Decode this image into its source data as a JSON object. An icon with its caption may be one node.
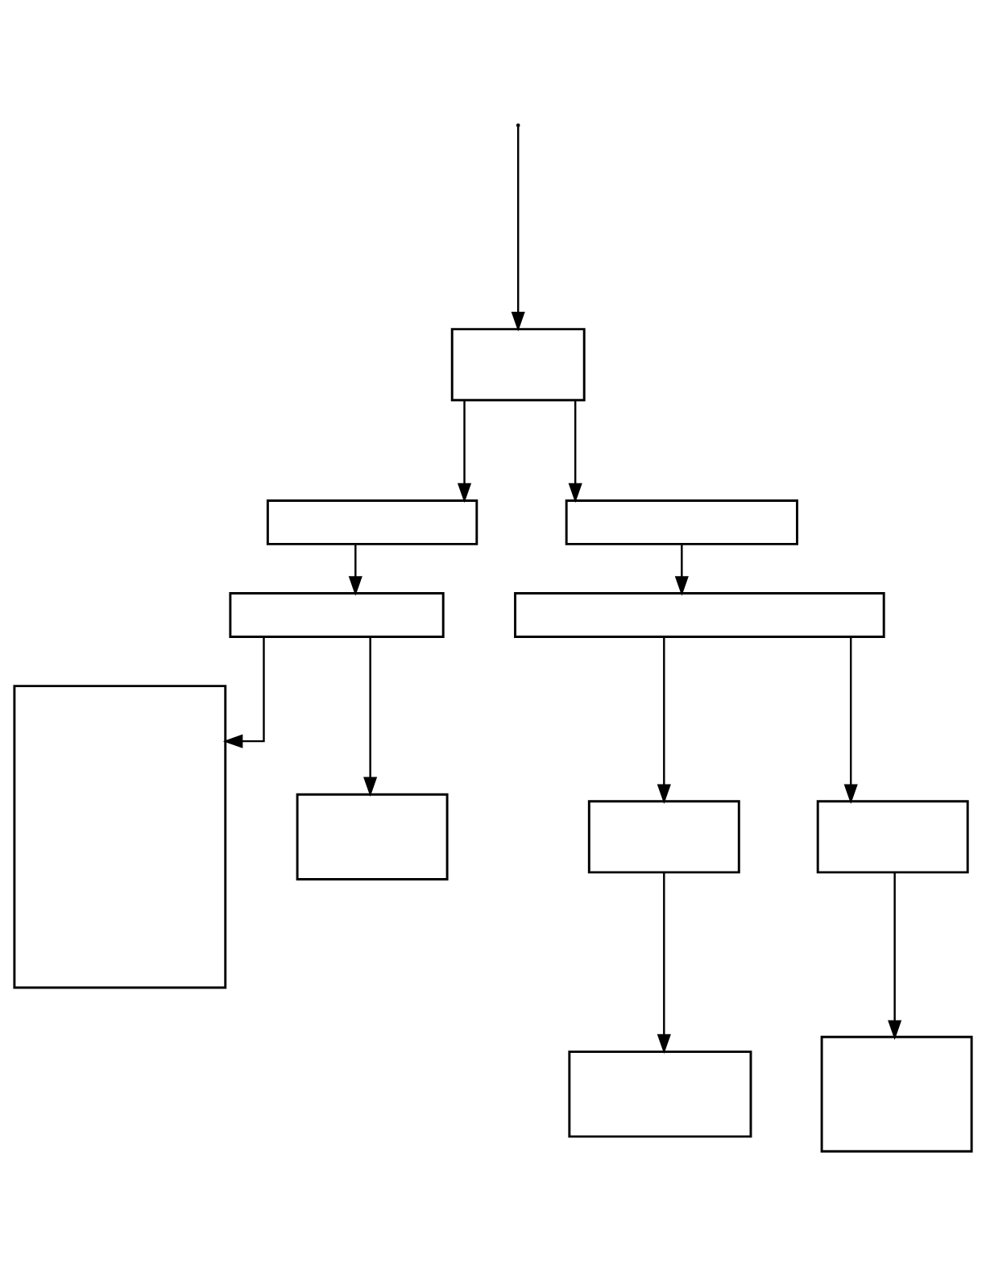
{
  "diagram": {
    "nodes": [
      {
        "text": [],
        "shape": "box"
      },
      {
        "text": [],
        "shape": "box"
      },
      {
        "text": [],
        "shape": "box"
      },
      {
        "text": [],
        "shape": "box"
      },
      {
        "text": [],
        "shape": "box"
      },
      {
        "text": [],
        "shape": "box"
      },
      {
        "text": [],
        "shape": "box"
      },
      {
        "text": [],
        "shape": "box"
      },
      {
        "text": [],
        "shape": "box"
      },
      {
        "text": [],
        "shape": "box"
      },
      {
        "text": [],
        "shape": "box"
      }
    ],
    "edges": [
      {
        "from": null,
        "to": 0,
        "arrow": "to"
      },
      {
        "from": 0,
        "to": 1,
        "arrow": "to"
      },
      {
        "from": 0,
        "to": 2,
        "arrow": "to"
      },
      {
        "from": 1,
        "to": 3,
        "arrow": "to"
      },
      {
        "from": 2,
        "to": 4,
        "arrow": "to"
      },
      {
        "from": 3,
        "to": 5,
        "arrow": "to"
      },
      {
        "from": 3,
        "to": 6,
        "arrow": "to"
      },
      {
        "from": 4,
        "to": 7,
        "arrow": "to"
      },
      {
        "from": 4,
        "to": 8,
        "arrow": "to"
      },
      {
        "from": 7,
        "to": 9,
        "arrow": "to"
      },
      {
        "from": 8,
        "to": 10,
        "arrow": "to"
      }
    ]
  }
}
